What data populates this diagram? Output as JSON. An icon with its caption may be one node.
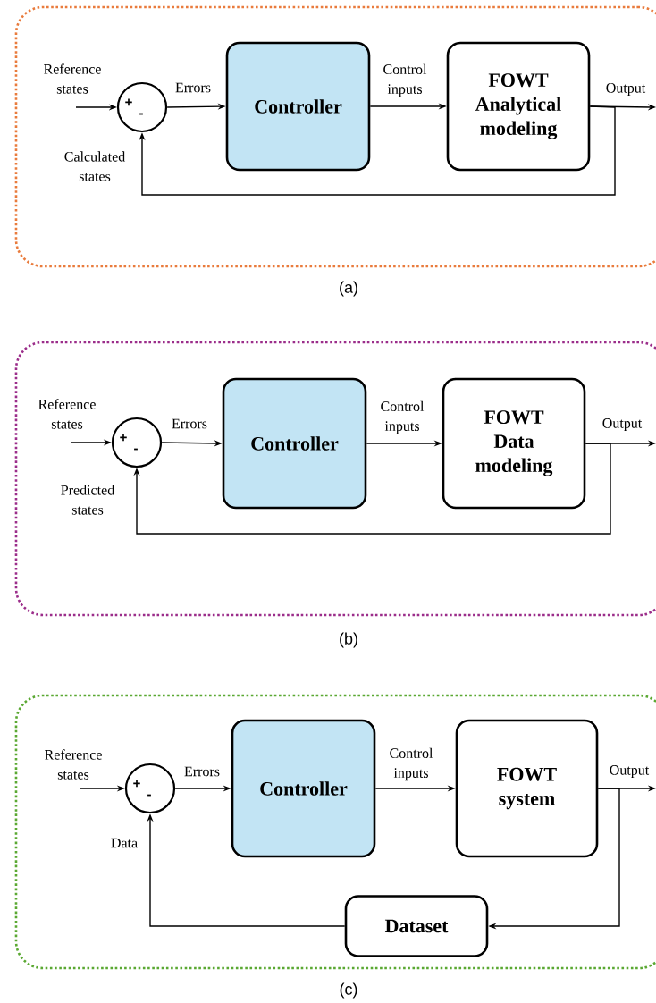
{
  "diagram": {
    "nodes": [
      {
        "text": [],
        "shape": "box",
        "beside": [
          "(a)"
        ]
      },
      {
        "text": [
          "+",
          "-"
        ],
        "in": 0
      },
      {
        "text": [
          "Controller"
        ],
        "in": 0
      },
      {
        "text": [
          "FOWT Analytical modeling"
        ],
        "in": 0
      },
      {
        "text": [],
        "shape": "box",
        "beside": [
          "(b)"
        ]
      },
      {
        "text": [
          "+",
          "-"
        ],
        "in": 4
      },
      {
        "text": [
          "Controller"
        ],
        "in": 4
      },
      {
        "text": [
          "FOWT Data modeling"
        ],
        "in": 4
      },
      {
        "text": [],
        "shape": "box",
        "beside": [
          "(c)"
        ]
      },
      {
        "text": [
          "+",
          "-"
        ],
        "in": 8
      },
      {
        "text": [
          "Controller"
        ],
        "in": 8
      },
      {
        "text": [
          "FOWT system"
        ],
        "in": 8
      },
      {
        "text": [
          "Dataset"
        ],
        "in": 8
      }
    ],
    "edges": [
      {
        "from": null,
        "to": 1,
        "arrow": "to",
        "label": "Reference states"
      },
      {
        "from": 1,
        "to": 2,
        "arrow": "to",
        "label": "Errors"
      },
      {
        "from": 2,
        "to": 3,
        "arrow": "to",
        "label": "Control inputs"
      },
      {
        "from": 3,
        "to": null,
        "arrow": "to",
        "label": "Output"
      },
      {
        "from": 3,
        "to": 1,
        "arrow": "to",
        "label": "Calculated states"
      },
      {
        "from": null,
        "to": 5,
        "arrow": "to",
        "label": "Reference states"
      },
      {
        "from": 5,
        "to": 6,
        "arrow": "to",
        "label": "Errors"
      },
      {
        "from": 6,
        "to": 7,
        "arrow": "to",
        "label": "Control inputs"
      },
      {
        "from": 7,
        "to": null,
        "arrow": "to",
        "label": "Output"
      },
      {
        "from": 7,
        "to": 5,
        "arrow": "to",
        "label": "Predicted states"
      },
      {
        "from": null,
        "to": 9,
        "arrow": "to",
        "label": "Reference states"
      },
      {
        "from": 9,
        "to": 10,
        "arrow": "to",
        "label": "Errors"
      },
      {
        "from": 10,
        "to": 11,
        "arrow": "to",
        "label": "Control inputs"
      },
      {
        "from": 11,
        "to": null,
        "arrow": "to",
        "label": "Output"
      },
      {
        "from": 11,
        "to": 12,
        "arrow": "to"
      },
      {
        "from": 12,
        "to": 9,
        "arrow": "to",
        "label": "Data"
      }
    ]
  }
}
